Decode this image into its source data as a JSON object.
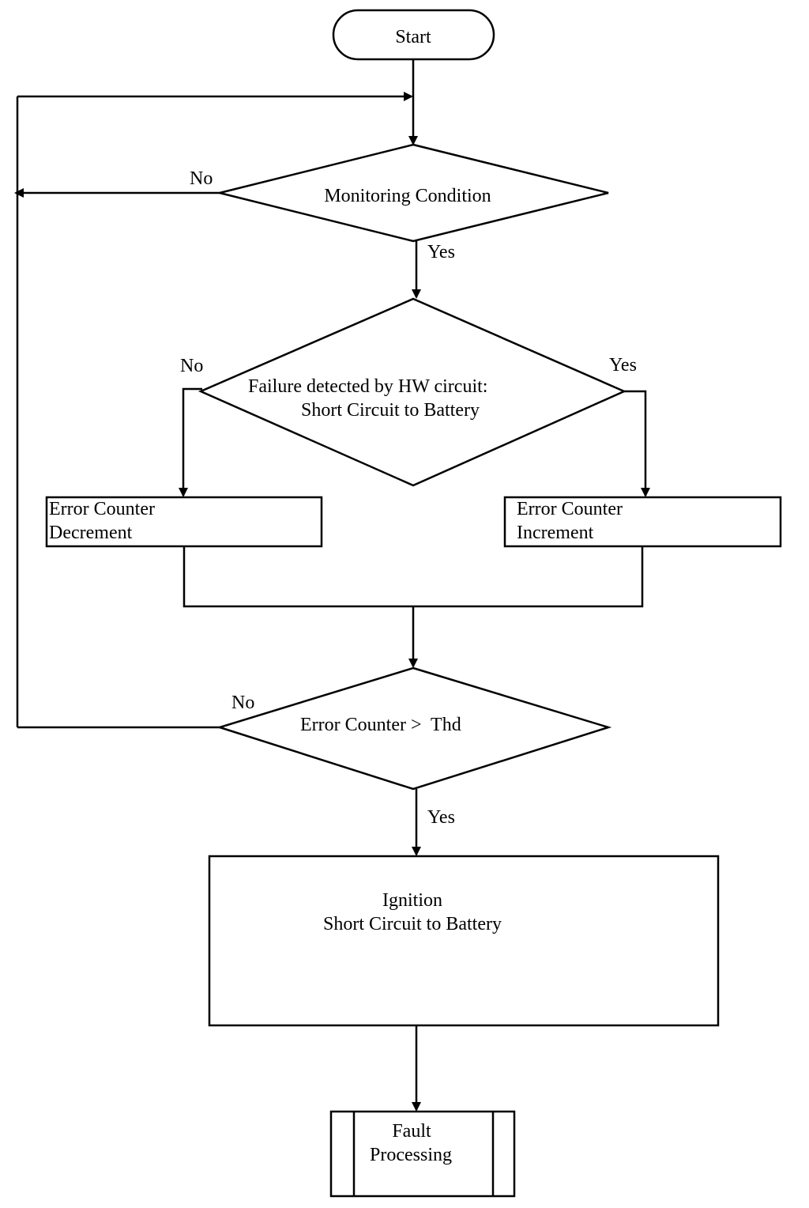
{
  "nodes": {
    "start": {
      "label": "Start"
    },
    "monitoring": {
      "label": "Monitoring Condition"
    },
    "failure": {
      "line1": "Failure detected by HW circuit:",
      "line2": "Short Circuit to Battery"
    },
    "decrement": {
      "line1": "Error Counter",
      "line2": "Decrement"
    },
    "increment": {
      "line1": "Error Counter",
      "line2": "Increment"
    },
    "threshold": {
      "label": "Error Counter >  Thd"
    },
    "ignition": {
      "line1": "Ignition",
      "line2": "Short Circuit to Battery"
    },
    "fault": {
      "line1": "Fault",
      "line2": "Processing"
    }
  },
  "edge_labels": {
    "monitoring_no": "No",
    "monitoring_yes": "Yes",
    "failure_no": "No",
    "failure_yes": "Yes",
    "threshold_no": "No",
    "threshold_yes": "Yes"
  },
  "colors": {
    "stroke": "#000000",
    "fill": "#ffffff",
    "text": "#000000"
  }
}
